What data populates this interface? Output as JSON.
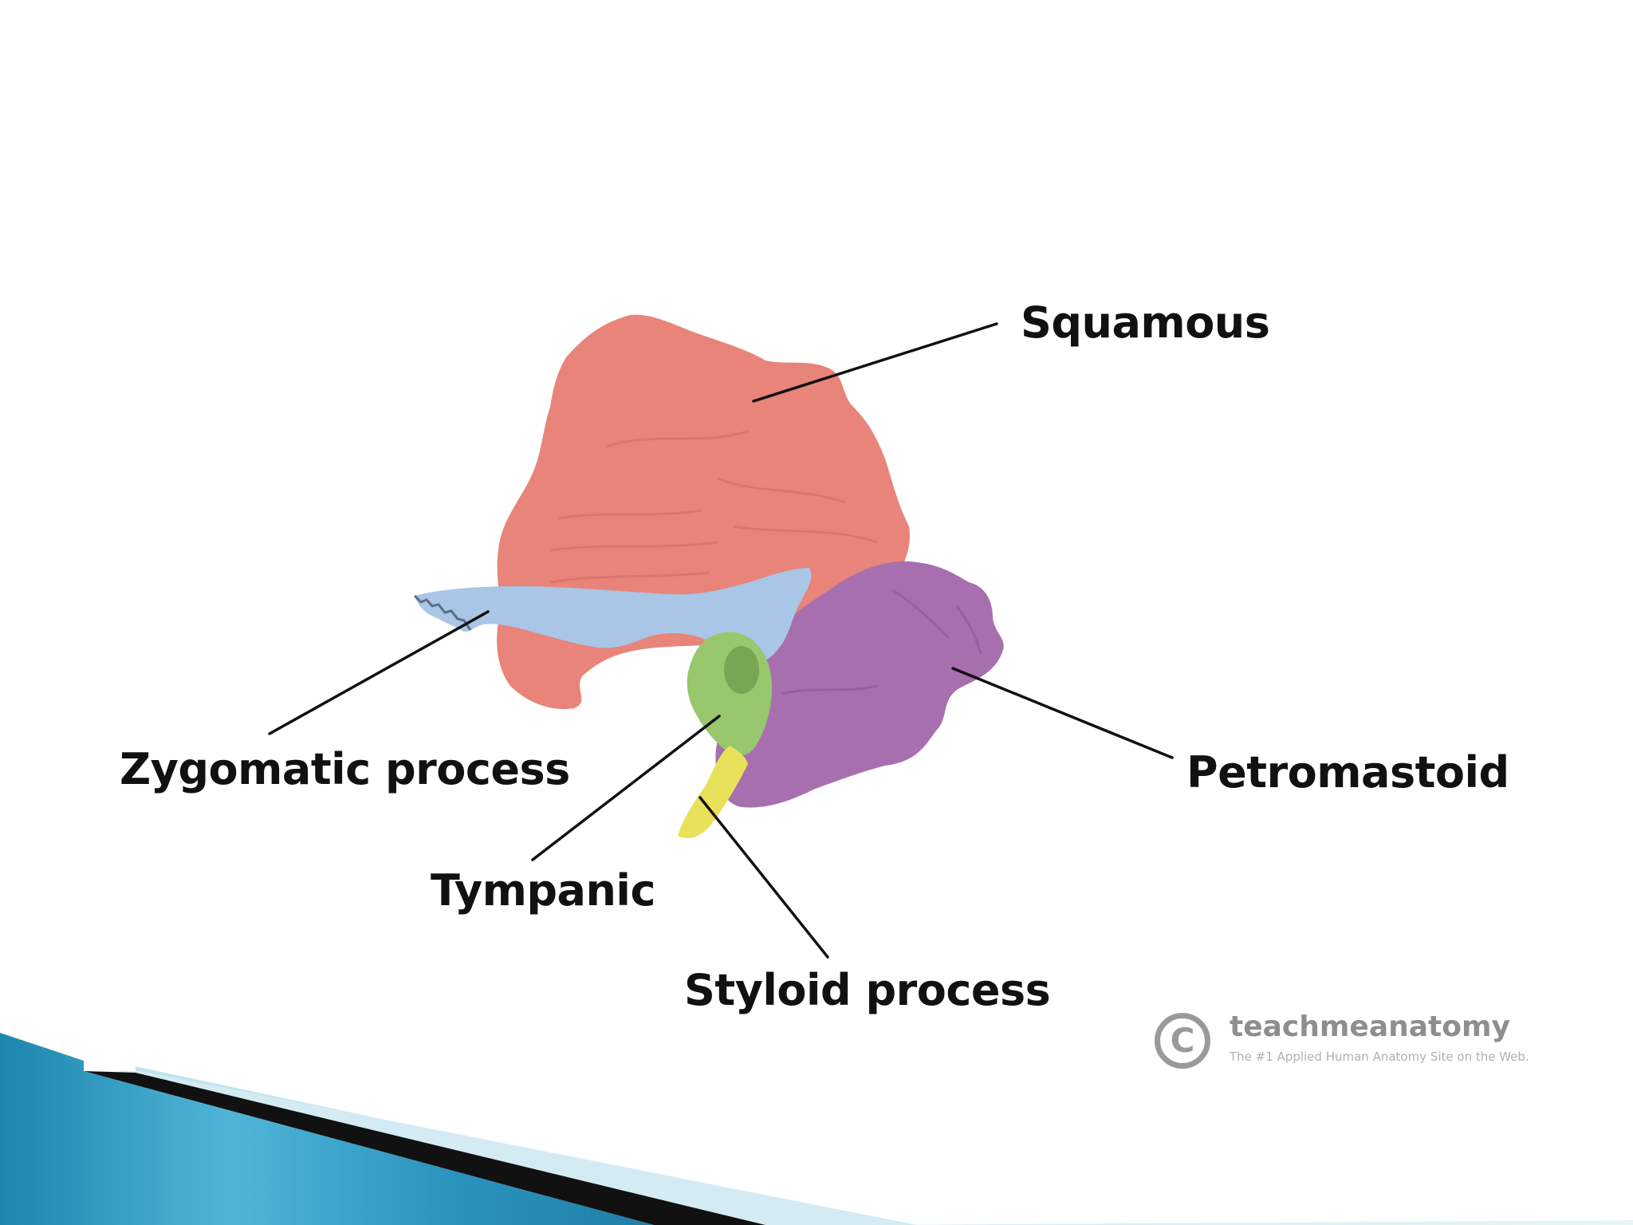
{
  "labels": {
    "squamous": "Squamous",
    "zygomatic_process": "Zygomatic process",
    "petromastoid": "Petromastoid",
    "tympanic": "Tympanic",
    "styloid_process": "Styloid process"
  },
  "watermark": {
    "icon_glyph": "C",
    "name": "teachmeanatomy",
    "tagline": "The #1 Applied Human Anatomy Site on the Web."
  },
  "colors": {
    "squamous": "#e8847a",
    "zygomatic": "#a9c6e6",
    "petromastoid": "#a86fae",
    "tympanic": "#98c76e",
    "styloid": "#e8e25a",
    "banner_blue": "#2f9ec4",
    "banner_dark": "#111111"
  }
}
